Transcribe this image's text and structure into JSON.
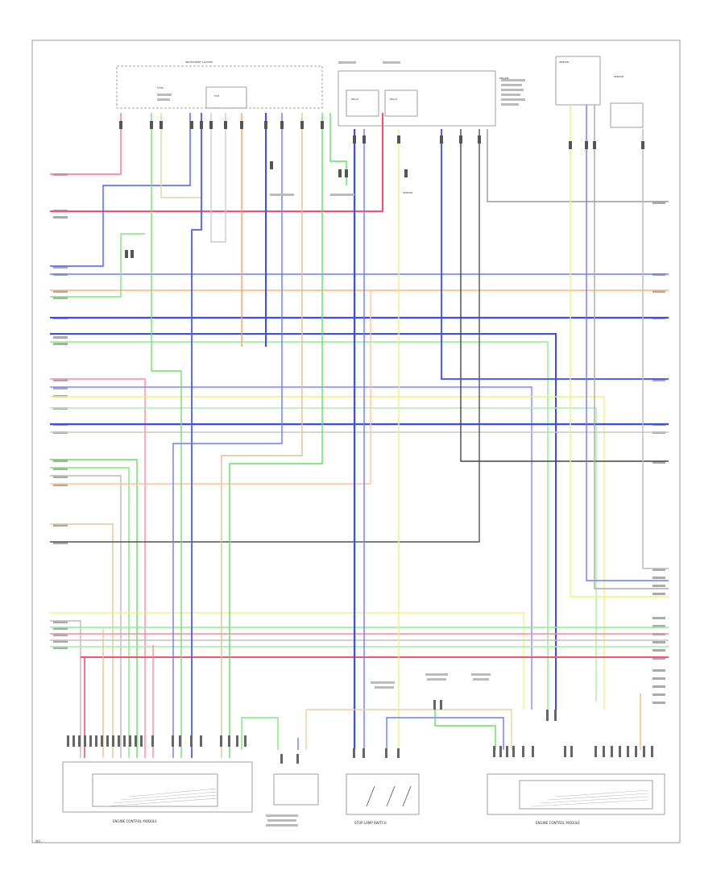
{
  "diagram": {
    "footer_code": "W1...",
    "components": {
      "fuse_box": "INSTRUMENT CLUSTER",
      "relay_a": "RELAY",
      "relay_b": "RELAY",
      "ecm_left": "ENGINE CONTROL MODULE",
      "ecm_right": "ENGINE CONTROL MODULE",
      "stop_lamp_switch": "STOP LAMP SWITCH",
      "sensor_mid": "SENSOR",
      "sensor_top_right": "SENSOR",
      "pressure_sensor": "SENSOR"
    }
  }
}
